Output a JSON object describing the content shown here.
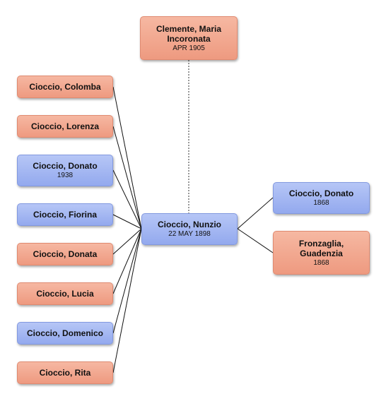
{
  "spouse": {
    "name": "Clemente, Maria Incoronata",
    "date": "APR 1905",
    "sex": "female"
  },
  "person": {
    "name": "Cioccio, Nunzio",
    "date": "22 MAY 1898",
    "sex": "male"
  },
  "parents": [
    {
      "name": "Cioccio, Donato",
      "date": "1868",
      "sex": "male"
    },
    {
      "name": "Fronzaglia, Guadenzia",
      "date": "1868",
      "sex": "female"
    }
  ],
  "children": [
    {
      "name": "Cioccio, Colomba",
      "date": "",
      "sex": "female"
    },
    {
      "name": "Cioccio, Lorenza",
      "date": "",
      "sex": "female"
    },
    {
      "name": "Cioccio, Donato",
      "date": "1938",
      "sex": "male"
    },
    {
      "name": "Cioccio, Fiorina",
      "date": "",
      "sex": "male"
    },
    {
      "name": "Cioccio, Donata",
      "date": "",
      "sex": "female"
    },
    {
      "name": "Cioccio, Lucia",
      "date": "",
      "sex": "female"
    },
    {
      "name": "Cioccio, Domenico",
      "date": "",
      "sex": "male"
    },
    {
      "name": "Cioccio, Rita",
      "date": "",
      "sex": "female"
    }
  ],
  "colors": {
    "female_fill": "#f2a78f",
    "male_fill": "#a5b8f2",
    "connector": "#111111",
    "spouse_connector": "#555555"
  }
}
